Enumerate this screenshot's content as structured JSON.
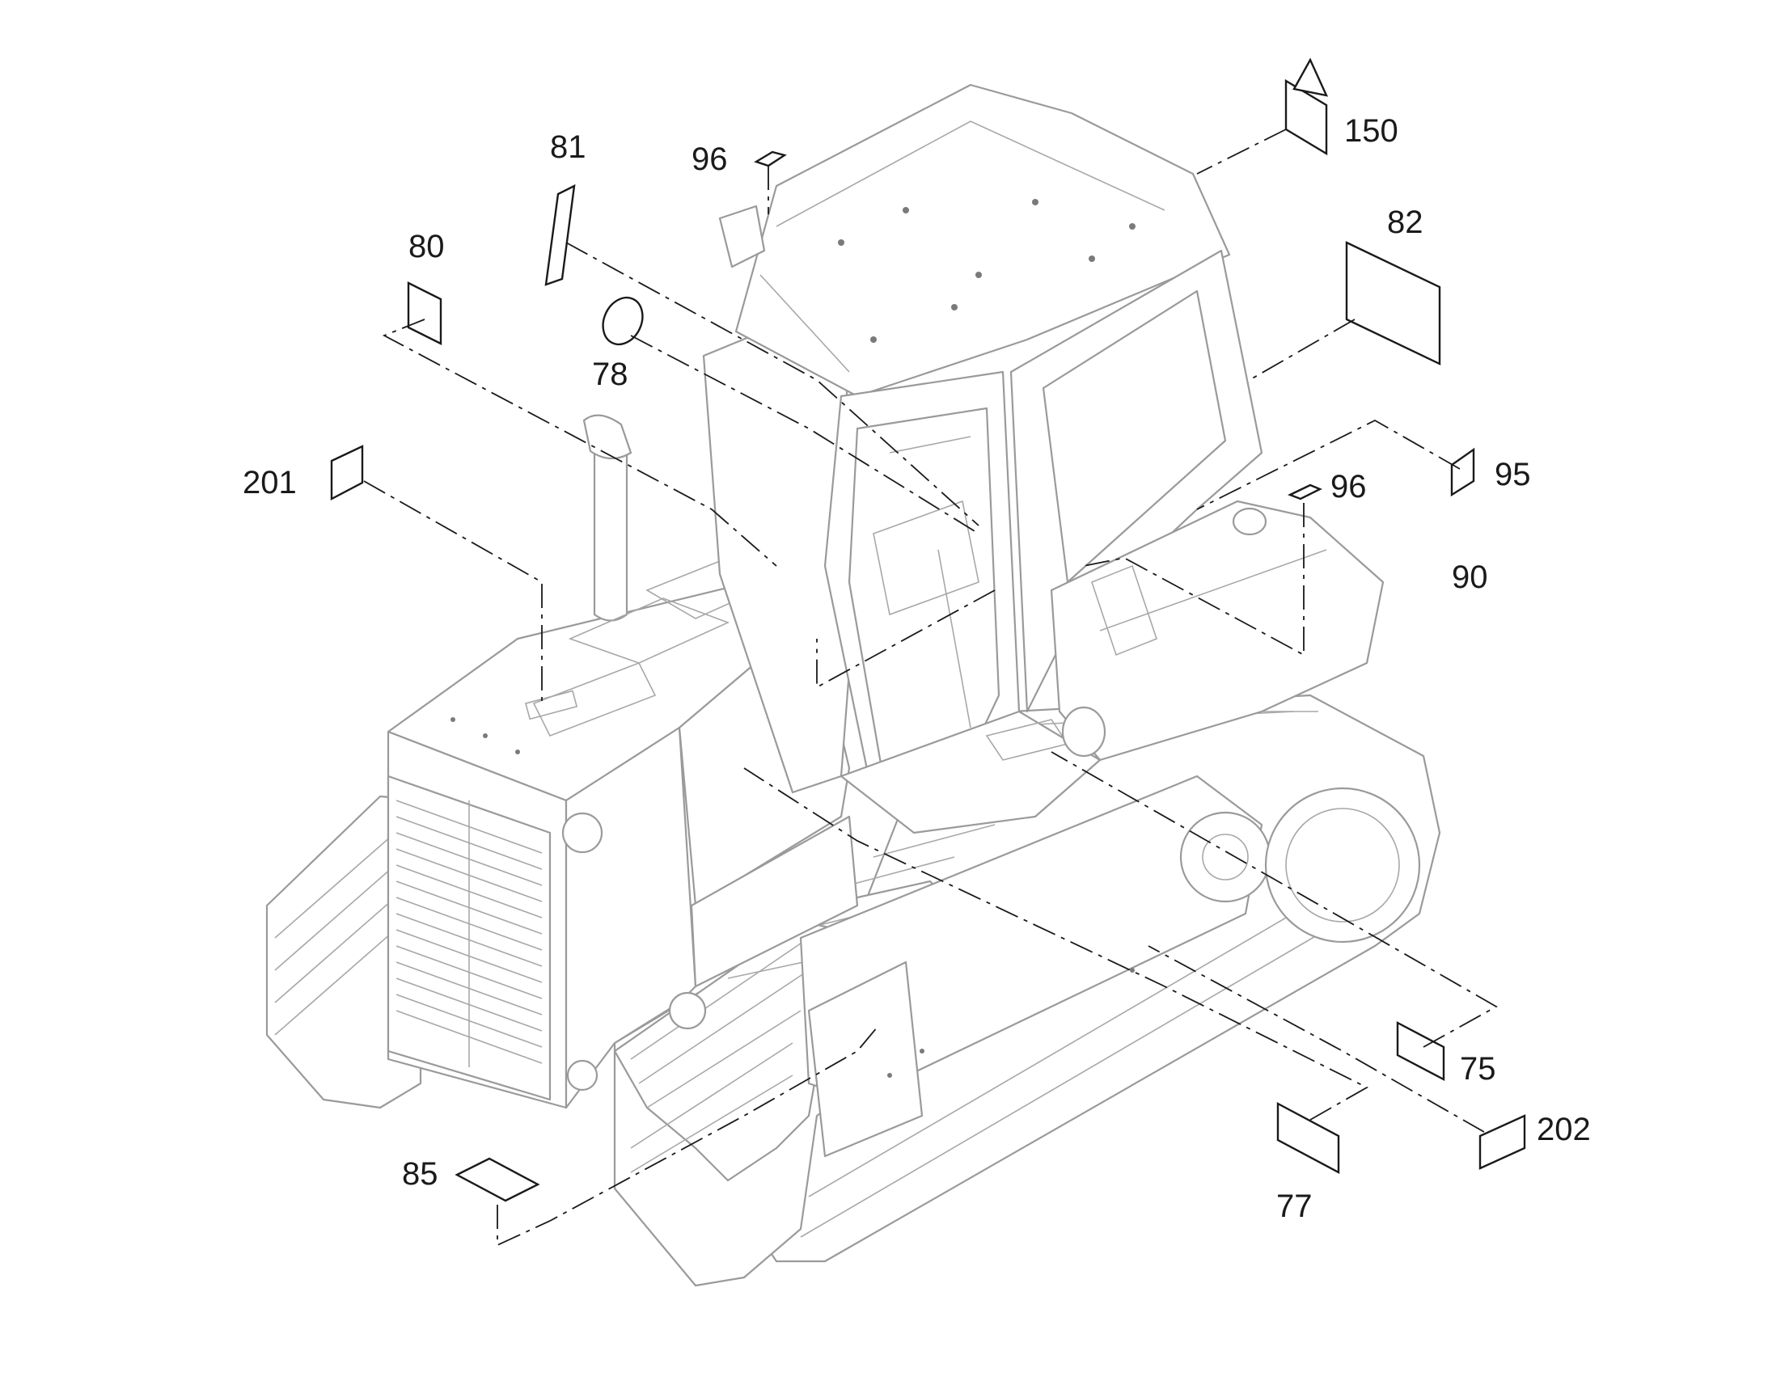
{
  "callouts": [
    {
      "id": "c150",
      "text": "150"
    },
    {
      "id": "c96a",
      "text": "96"
    },
    {
      "id": "c81",
      "text": "81"
    },
    {
      "id": "c80",
      "text": "80"
    },
    {
      "id": "c82",
      "text": "82"
    },
    {
      "id": "c78",
      "text": "78"
    },
    {
      "id": "c95",
      "text": "95"
    },
    {
      "id": "c201",
      "text": "201"
    },
    {
      "id": "c96b",
      "text": "96"
    },
    {
      "id": "c90",
      "text": "90"
    },
    {
      "id": "c75",
      "text": "75"
    },
    {
      "id": "c202",
      "text": "202"
    },
    {
      "id": "c85",
      "text": "85"
    },
    {
      "id": "c77",
      "text": "77"
    }
  ]
}
